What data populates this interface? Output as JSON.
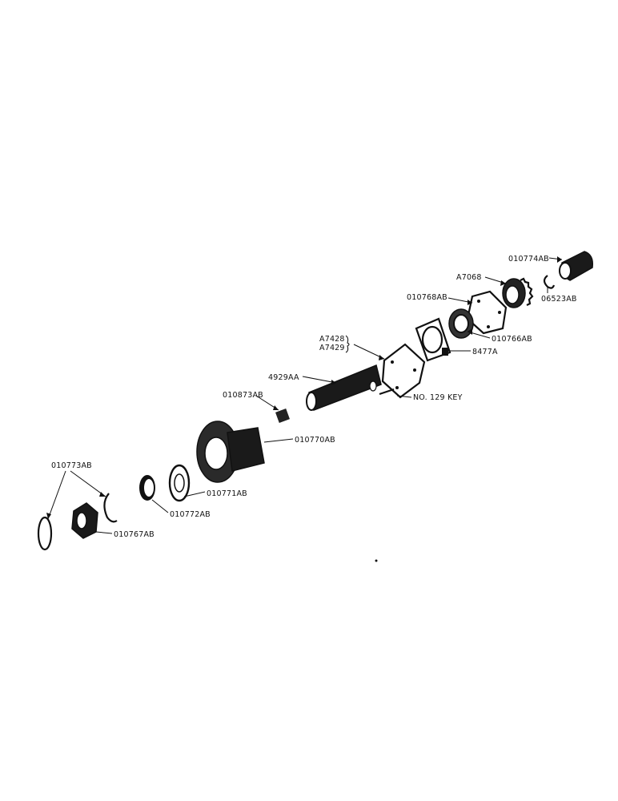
{
  "labels": {
    "l010774AB": "010774AB",
    "lA7068": "A7068",
    "l06523AB": "06523AB",
    "l010768AB": "010768AB",
    "l010766AB": "010766AB",
    "lA7428": "A7428",
    "lA7429": "A7429",
    "l8477A": "8477A",
    "l4929AA": "4929AA",
    "lNo129Key": "NO. 129 KEY",
    "l010873AB": "010873AB",
    "l010770AB": "010770AB",
    "l010773AB": "010773AB",
    "l010771AB": "010771AB",
    "l010772AB": "010772AB",
    "l010767AB": "010767AB"
  }
}
